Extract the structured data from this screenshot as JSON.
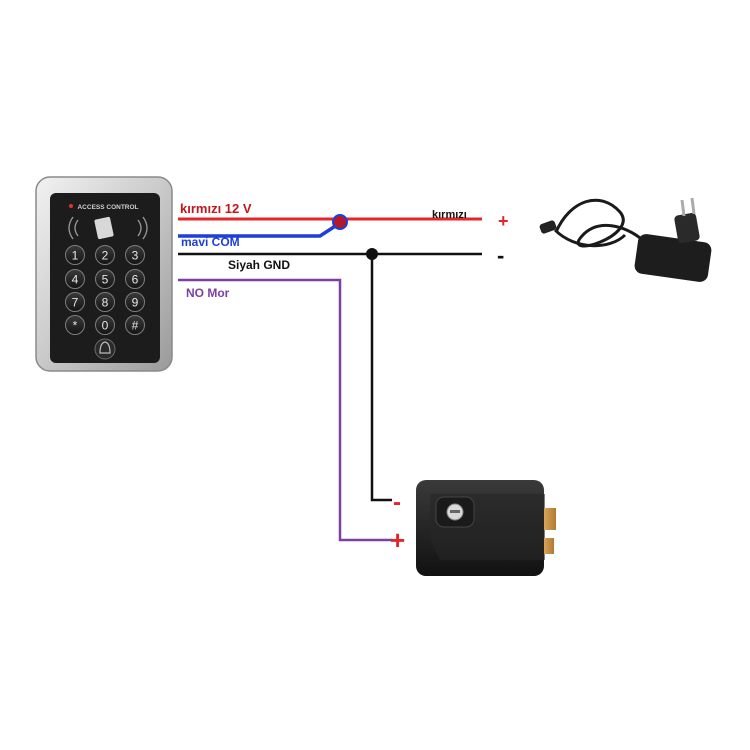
{
  "keypad": {
    "brand": "ACCESS CONTROL",
    "keys": [
      "1",
      "2",
      "3",
      "4",
      "5",
      "6",
      "7",
      "8",
      "9",
      "*",
      "0",
      "#"
    ]
  },
  "wires": {
    "red_label": "kırmızı 12 V",
    "red_right_label": "kırmızı",
    "blue_label": "mavi COM",
    "black_label": "Siyah GND",
    "purple_label": "NO Mor"
  },
  "adapter": {
    "plus": "+",
    "minus": "-"
  },
  "lock": {
    "minus": "-",
    "plus": "+"
  },
  "colors": {
    "red": "#e4262b",
    "blue": "#1d3fd8",
    "black": "#111111",
    "purple": "#7b3fa6",
    "red_text": "#c4161c",
    "blue_text": "#1d3fd8",
    "purple_text": "#7b3fa6"
  }
}
